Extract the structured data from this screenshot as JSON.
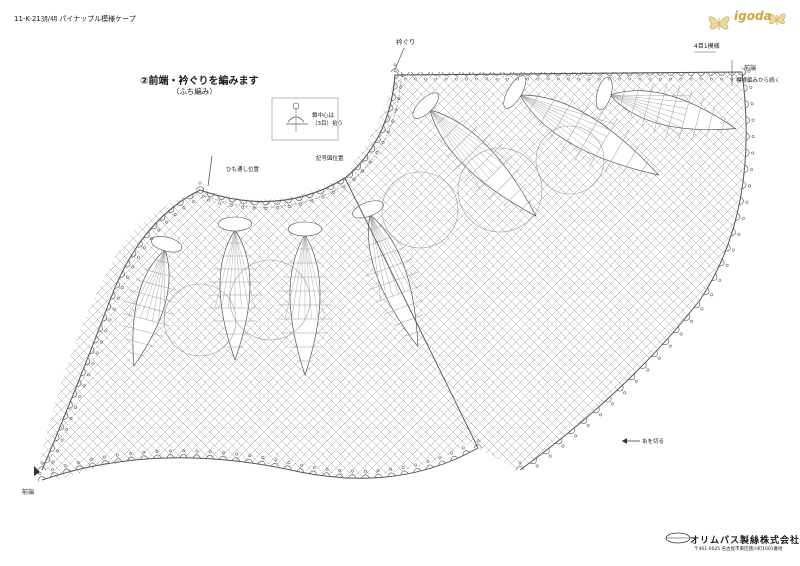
{
  "header": {
    "code": "11-K-21㋂/㋃ パイナップル模様ケープ",
    "logo_text": "igoda"
  },
  "instructions": {
    "title": "②前端・衿ぐりを編みます",
    "subtitle": "（ふち編み）"
  },
  "labels": {
    "collar": "衿ぐり",
    "pattern_repeat": "4目1模様",
    "front_edge_right": "前端",
    "continue_pattern": "模様編みから続く",
    "chain_center": "鎖中心は",
    "chain_center_2": "（3目）拾う",
    "tie_position": "ひも通し位置",
    "mark_position": "記号図位置",
    "cut_yarn": "糸を切る",
    "front_edge_left": "前端"
  },
  "footer": {
    "publisher": "オリムパス製絲株式会社",
    "address": "〒461-0025 名古屋市東区徳川町1001番地"
  },
  "colors": {
    "ink": "#1a1a1a",
    "line": "#555555",
    "light_line": "#9a9a9a",
    "logo_gold": "#c9a640"
  }
}
